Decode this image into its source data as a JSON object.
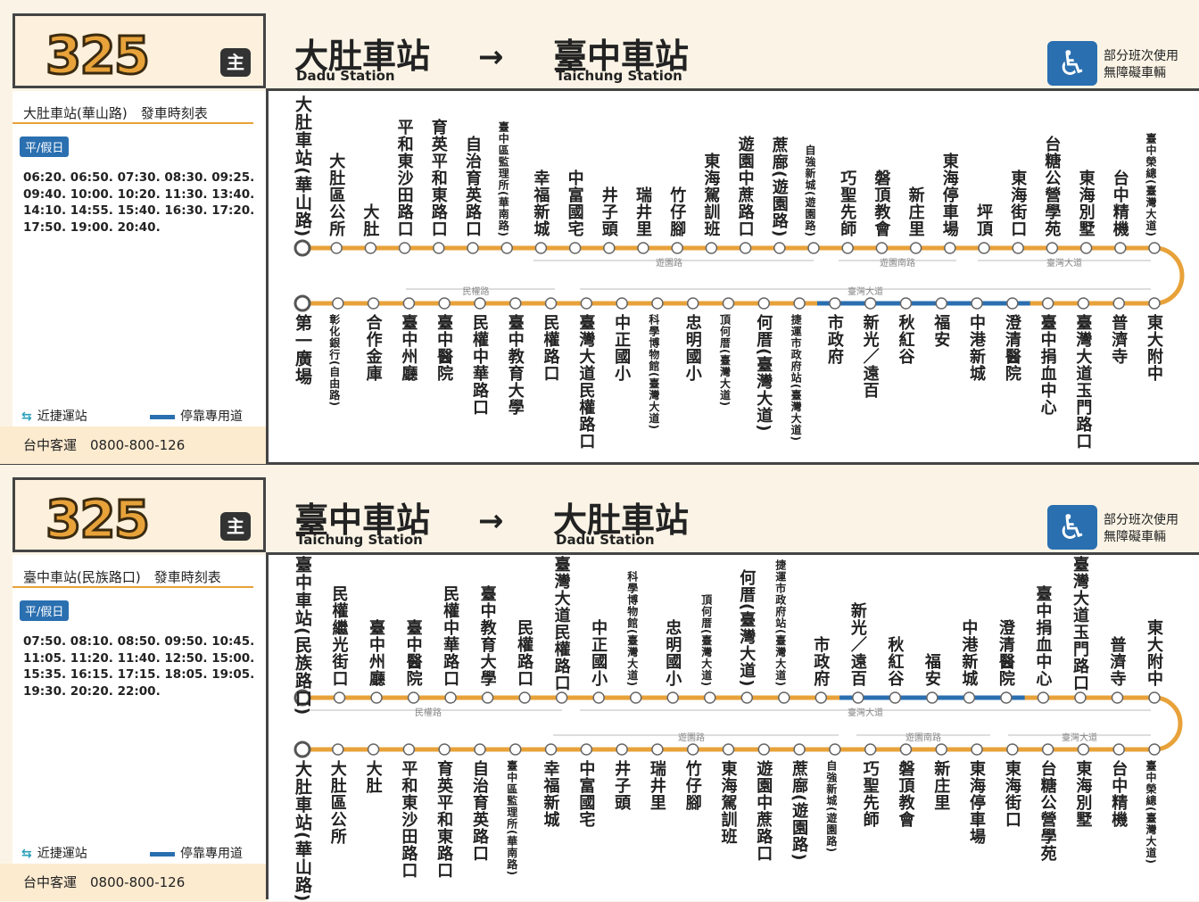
{
  "accessibility": {
    "line1": "部分班次使用",
    "line2": "無障礙車輛"
  },
  "legend": {
    "mrt_label": "近捷運站",
    "lane_label": "停靠專用道"
  },
  "company": "台中客運　0800-800-126",
  "panels": [
    {
      "route_no": "325",
      "badge": "主",
      "from_name": "大肚車站",
      "from_en": "Dadu Station",
      "arrow": "→",
      "to_name": "臺中車站",
      "to_en": "Taichung Station",
      "schedule_title": "大肚車站(華山路)　發車時刻表",
      "day_type": "平/假日",
      "times": "06:20. 06:50. 07:30. 08:30. 09:25. 09:40. 10:00. 10:20. 11:30. 13:40. 14:10. 14:55. 15:40. 16:30. 17:20. 17:50. 19:00. 20:40.",
      "top_stops": [
        "大肚車站(華山路)",
        "大肚區公所",
        "大肚",
        "平和東沙田路口",
        "育英平和東路口",
        "自治育英路口",
        "臺中區監理所(華南路)",
        "幸福新城",
        "中富國宅",
        "井子頭",
        "瑞井里",
        "竹仔腳",
        "東海駕訓班",
        "遊園中蔗路口",
        "蔗廍(遊園路)",
        "自強新城(遊園路)",
        "巧聖先師",
        "磐頂教會",
        "新庄里",
        "東海停車場",
        "坪頂",
        "東海街口",
        "台糖公營學苑",
        "東海別墅",
        "台中精機",
        "臺中榮總(臺灣大道)"
      ],
      "bottom_stops": [
        "第一廣場",
        "彰化銀行(自由路)",
        "合作金庫",
        "臺中州廳",
        "臺中醫院",
        "民權中華路口",
        "臺中教育大學",
        "民權路口",
        "臺灣大道民權路口",
        "中正國小",
        "科學博物館(臺灣大道)",
        "忠明國小",
        "頂何厝(臺灣大道)",
        "何厝(臺灣大道)",
        "捷運市政府站(臺灣大道)",
        "市政府",
        "新光／遠百",
        "秋紅谷",
        "福安",
        "中港新城",
        "澄清醫院",
        "臺中捐血中心",
        "臺灣大道玉門路口",
        "普濟寺",
        "東大附中"
      ],
      "top_roads": [
        "遊園路",
        "遊園南路",
        "臺灣大道"
      ],
      "bottom_roads": [
        "民權路",
        "臺灣大道"
      ]
    },
    {
      "route_no": "325",
      "badge": "主",
      "from_name": "臺中車站",
      "from_en": "Taichung Station",
      "arrow": "→",
      "to_name": "大肚車站",
      "to_en": "Dadu Station",
      "schedule_title": "臺中車站(民族路口)　發車時刻表",
      "day_type": "平/假日",
      "times": "07:50. 08:10. 08:50. 09:50. 10:45. 11:05. 11:20. 11:40. 12:50. 15:00. 15:35. 16:15. 17:15. 18:05. 19:05. 19:30. 20:20. 22:00.",
      "top_stops": [
        "臺中車站(民族路口)",
        "民權繼光街口",
        "臺中州廳",
        "臺中醫院",
        "民權中華路口",
        "臺中教育大學",
        "民權路口",
        "臺灣大道民權路口",
        "中正國小",
        "科學博物館(臺灣大道)",
        "忠明國小",
        "頂何厝(臺灣大道)",
        "何厝(臺灣大道)",
        "捷運市政府站(臺灣大道)",
        "市政府",
        "新光／遠百",
        "秋紅谷",
        "福安",
        "中港新城",
        "澄清醫院",
        "臺中捐血中心",
        "臺灣大道玉門路口",
        "普濟寺",
        "東大附中"
      ],
      "bottom_stops": [
        "大肚車站(華山路)",
        "大肚區公所",
        "大肚",
        "平和東沙田路口",
        "育英平和東路口",
        "自治育英路口",
        "臺中區監理所(華南路)",
        "幸福新城",
        "中富國宅",
        "井子頭",
        "瑞井里",
        "竹仔腳",
        "東海駕訓班",
        "遊園中蔗路口",
        "蔗廍(遊園路)",
        "自強新城(遊園路)",
        "巧聖先師",
        "磐頂教會",
        "新庄里",
        "東海停車場",
        "東海街口",
        "台糖公營學苑",
        "東海別墅",
        "台中精機",
        "臺中榮總(臺灣大道)"
      ],
      "top_roads": [
        "民權路",
        "臺灣大道"
      ],
      "bottom_roads": [
        "遊園路",
        "遊園南路",
        "臺灣大道"
      ]
    }
  ],
  "colors": {
    "route_line": "#e8a23a",
    "lane": "#2a6fb0",
    "mrt": "#2aa0b8",
    "header_bg": "#fbf4e6"
  }
}
